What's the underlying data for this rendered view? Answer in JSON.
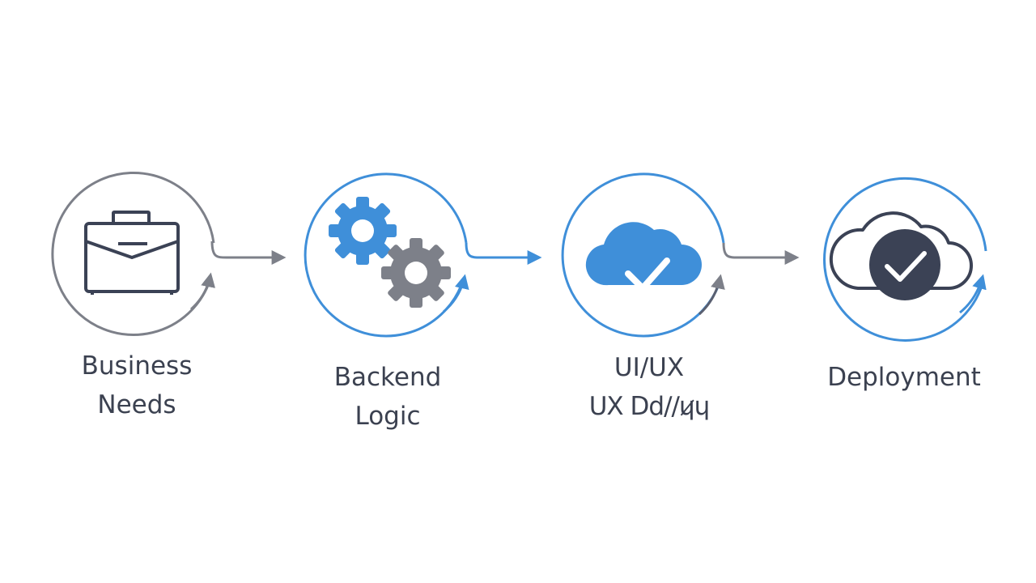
{
  "steps": [
    {
      "id": "business-needs",
      "icon": "briefcase-icon",
      "label_lines": [
        "Business",
        "Needs"
      ]
    },
    {
      "id": "backend-logic",
      "icon": "gears-icon",
      "label_lines": [
        "Backend",
        "Logic"
      ]
    },
    {
      "id": "ui-ux",
      "icon": "cloud-check-icon",
      "label_lines": [
        "UI/UX",
        "UX Dd//ɥ̷ɥ"
      ]
    },
    {
      "id": "deployment",
      "icon": "cloud-dark-check-icon",
      "label_lines": [
        "Deployment"
      ]
    }
  ],
  "colors": {
    "gray": "#7d8089",
    "blue": "#3f8fd9",
    "dark": "#3b4255",
    "text": "#3b4150"
  }
}
